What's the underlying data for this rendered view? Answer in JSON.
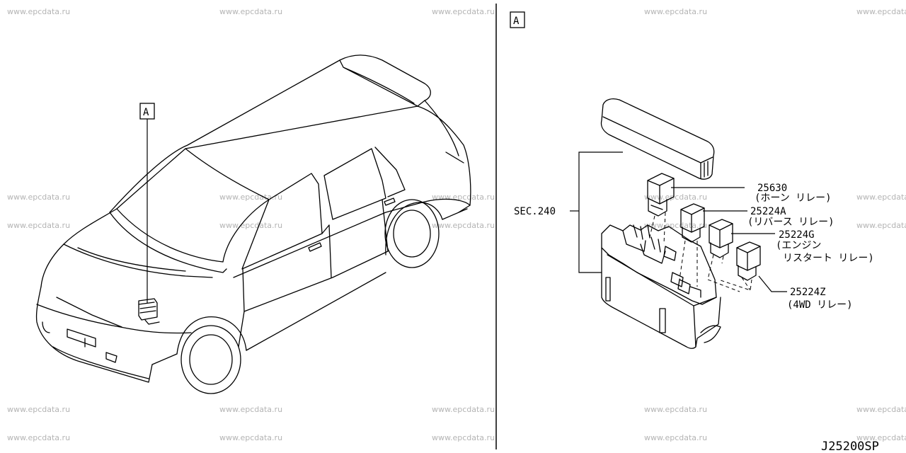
{
  "watermark": "www.epcdata.ru",
  "views": {
    "left_callout": "A",
    "right_callout": "A"
  },
  "parts": {
    "sec": "SEC.240",
    "p1_no": "25630",
    "p1_name": "(ホーン リレー)",
    "p2_no": "25224A",
    "p2_name": "(リバース リレー)",
    "p3_no": "25224G",
    "p3_name_line1": "(エンジン",
    "p3_name_line2": "リスタート リレー)",
    "p4_no": "25224Z",
    "p4_name": "(4WD リレー)"
  },
  "diagram_code": "J25200SP"
}
